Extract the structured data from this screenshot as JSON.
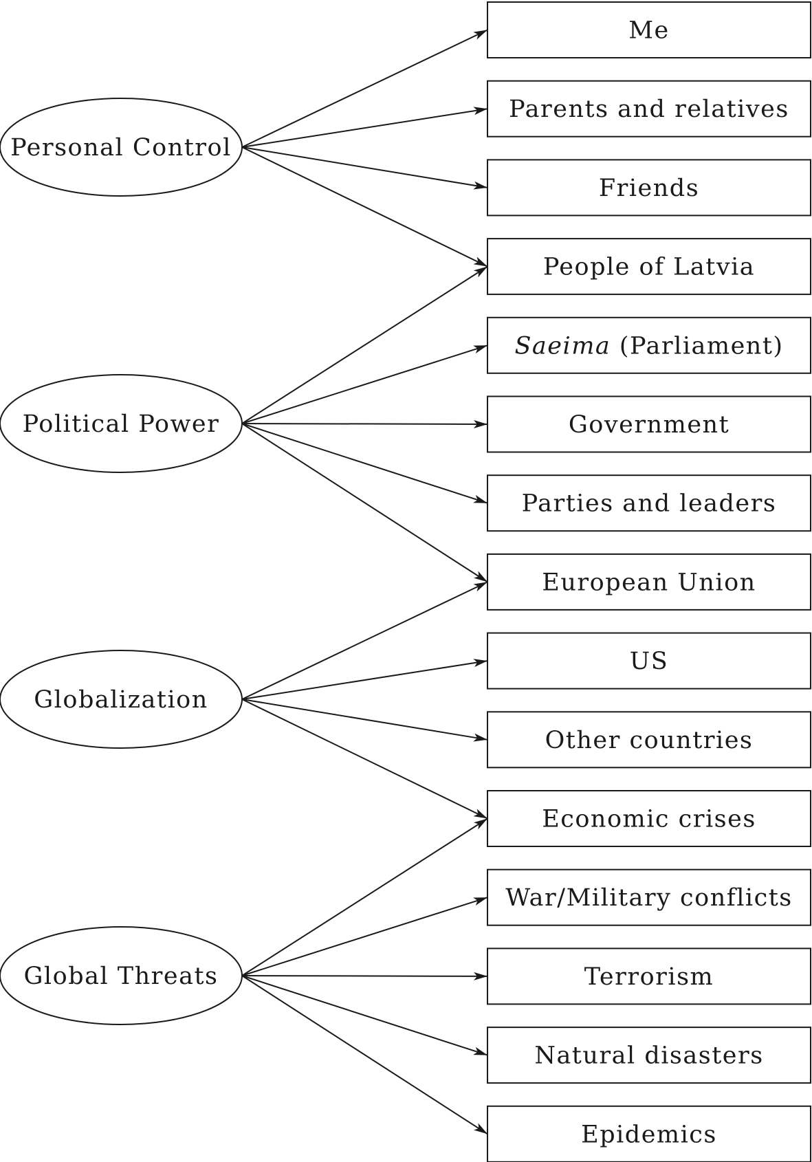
{
  "factors": [
    {
      "id": "personal",
      "label": "Personal Control"
    },
    {
      "id": "political",
      "label": "Political Power"
    },
    {
      "id": "global",
      "label": "Globalization"
    },
    {
      "id": "threats",
      "label": "Global Threats"
    }
  ],
  "indicators": [
    {
      "label": "Me"
    },
    {
      "label": "Parents and relatives"
    },
    {
      "label": "Friends"
    },
    {
      "label": "People of Latvia"
    },
    {
      "label_italic": "Saeima",
      "label": " (Parliament)"
    },
    {
      "label": "Government"
    },
    {
      "label": "Parties and leaders"
    },
    {
      "label": "European Union"
    },
    {
      "label": "US"
    },
    {
      "label": "Other countries"
    },
    {
      "label": "Economic crises"
    },
    {
      "label": "War/Military conflicts"
    },
    {
      "label": "Terrorism"
    },
    {
      "label": "Natural disasters"
    },
    {
      "label": "Epidemics"
    }
  ],
  "edges": [
    {
      "from": 0,
      "to": 0
    },
    {
      "from": 0,
      "to": 1
    },
    {
      "from": 0,
      "to": 2
    },
    {
      "from": 0,
      "to": 3
    },
    {
      "from": 1,
      "to": 3
    },
    {
      "from": 1,
      "to": 4
    },
    {
      "from": 1,
      "to": 5
    },
    {
      "from": 1,
      "to": 6
    },
    {
      "from": 1,
      "to": 7
    },
    {
      "from": 2,
      "to": 7
    },
    {
      "from": 2,
      "to": 8
    },
    {
      "from": 2,
      "to": 9
    },
    {
      "from": 2,
      "to": 10
    },
    {
      "from": 3,
      "to": 10
    },
    {
      "from": 3,
      "to": 11
    },
    {
      "from": 3,
      "to": 12
    },
    {
      "from": 3,
      "to": 13
    },
    {
      "from": 3,
      "to": 14
    }
  ],
  "colors": {
    "stroke": "#1a1a1a",
    "background": "#ffffff"
  }
}
